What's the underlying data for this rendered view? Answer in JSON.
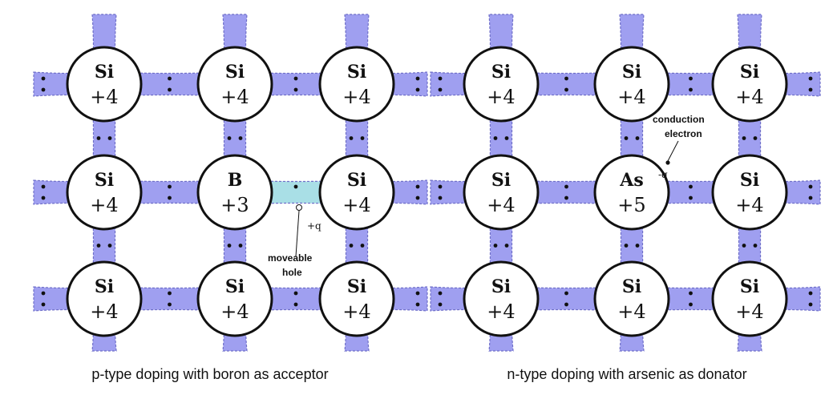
{
  "colors": {
    "bond": "#9f9ff0",
    "bond_edge": "#6e6ec8",
    "hole_bond": "#a9dfe6",
    "atom_fill": "#ffffff",
    "atom_stroke": "#111111"
  },
  "p_type": {
    "caption": "p-type doping with boron as acceptor",
    "atoms": [
      {
        "symbol": "Si",
        "charge": "+4"
      },
      {
        "symbol": "Si",
        "charge": "+4"
      },
      {
        "symbol": "Si",
        "charge": "+4"
      },
      {
        "symbol": "Si",
        "charge": "+4"
      },
      {
        "symbol": "B",
        "charge": "+3"
      },
      {
        "symbol": "Si",
        "charge": "+4"
      },
      {
        "symbol": "Si",
        "charge": "+4"
      },
      {
        "symbol": "Si",
        "charge": "+4"
      },
      {
        "symbol": "Si",
        "charge": "+4"
      }
    ],
    "hole_charge": "+q",
    "hole_label": [
      "moveable",
      "hole"
    ]
  },
  "n_type": {
    "caption": "n-type doping with arsenic as donator",
    "atoms": [
      {
        "symbol": "Si",
        "charge": "+4"
      },
      {
        "symbol": "Si",
        "charge": "+4"
      },
      {
        "symbol": "Si",
        "charge": "+4"
      },
      {
        "symbol": "Si",
        "charge": "+4"
      },
      {
        "symbol": "As",
        "charge": "+5"
      },
      {
        "symbol": "Si",
        "charge": "+4"
      },
      {
        "symbol": "Si",
        "charge": "+4"
      },
      {
        "symbol": "Si",
        "charge": "+4"
      },
      {
        "symbol": "Si",
        "charge": "+4"
      }
    ],
    "electron_charge": "-q",
    "electron_label": [
      "conduction",
      "electron"
    ]
  }
}
